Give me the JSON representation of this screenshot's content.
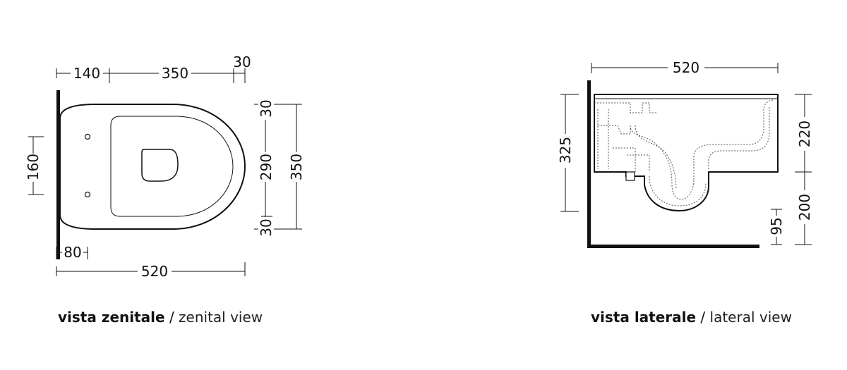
{
  "top_view": {
    "dims": {
      "d140": "140",
      "d350_top": "350",
      "d30_top": "30",
      "d160": "160",
      "d30_upper": "30",
      "d290": "290",
      "d350_right": "350",
      "d30_lower": "30",
      "d80": "80",
      "d520_bottom": "520"
    },
    "caption_bold": "vista zenitale",
    "caption_sep": " / ",
    "caption_normal": "zenital view"
  },
  "side_view": {
    "dims": {
      "d520_top": "520",
      "d325": "325",
      "d220": "220",
      "d200": "200",
      "d95": "95"
    },
    "caption_bold": "vista laterale",
    "caption_sep": " / ",
    "caption_normal": "lateral view"
  }
}
